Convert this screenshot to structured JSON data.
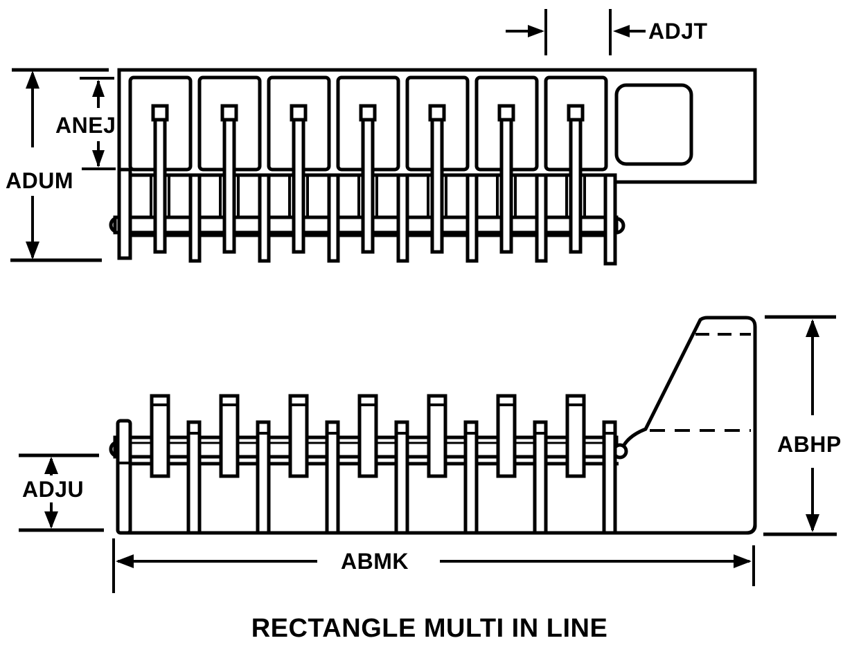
{
  "diagram": {
    "title": "RECTANGLE MULTI IN LINE",
    "type": "engineering line drawing, two orthographic views of a rectangular multi in line terminal block",
    "positions": 7,
    "colors": {
      "line": "#000000",
      "background": "#ffffff"
    },
    "views": {
      "top_view": {
        "name": "top view",
        "labels": {
          "adjt": "ADJT",
          "anej": "ANEJ",
          "adum": "ADUM"
        }
      },
      "side_view": {
        "name": "side view",
        "labels": {
          "adju": "ADJU",
          "abhp": "ABHP",
          "abmk": "ABMK"
        }
      }
    }
  }
}
